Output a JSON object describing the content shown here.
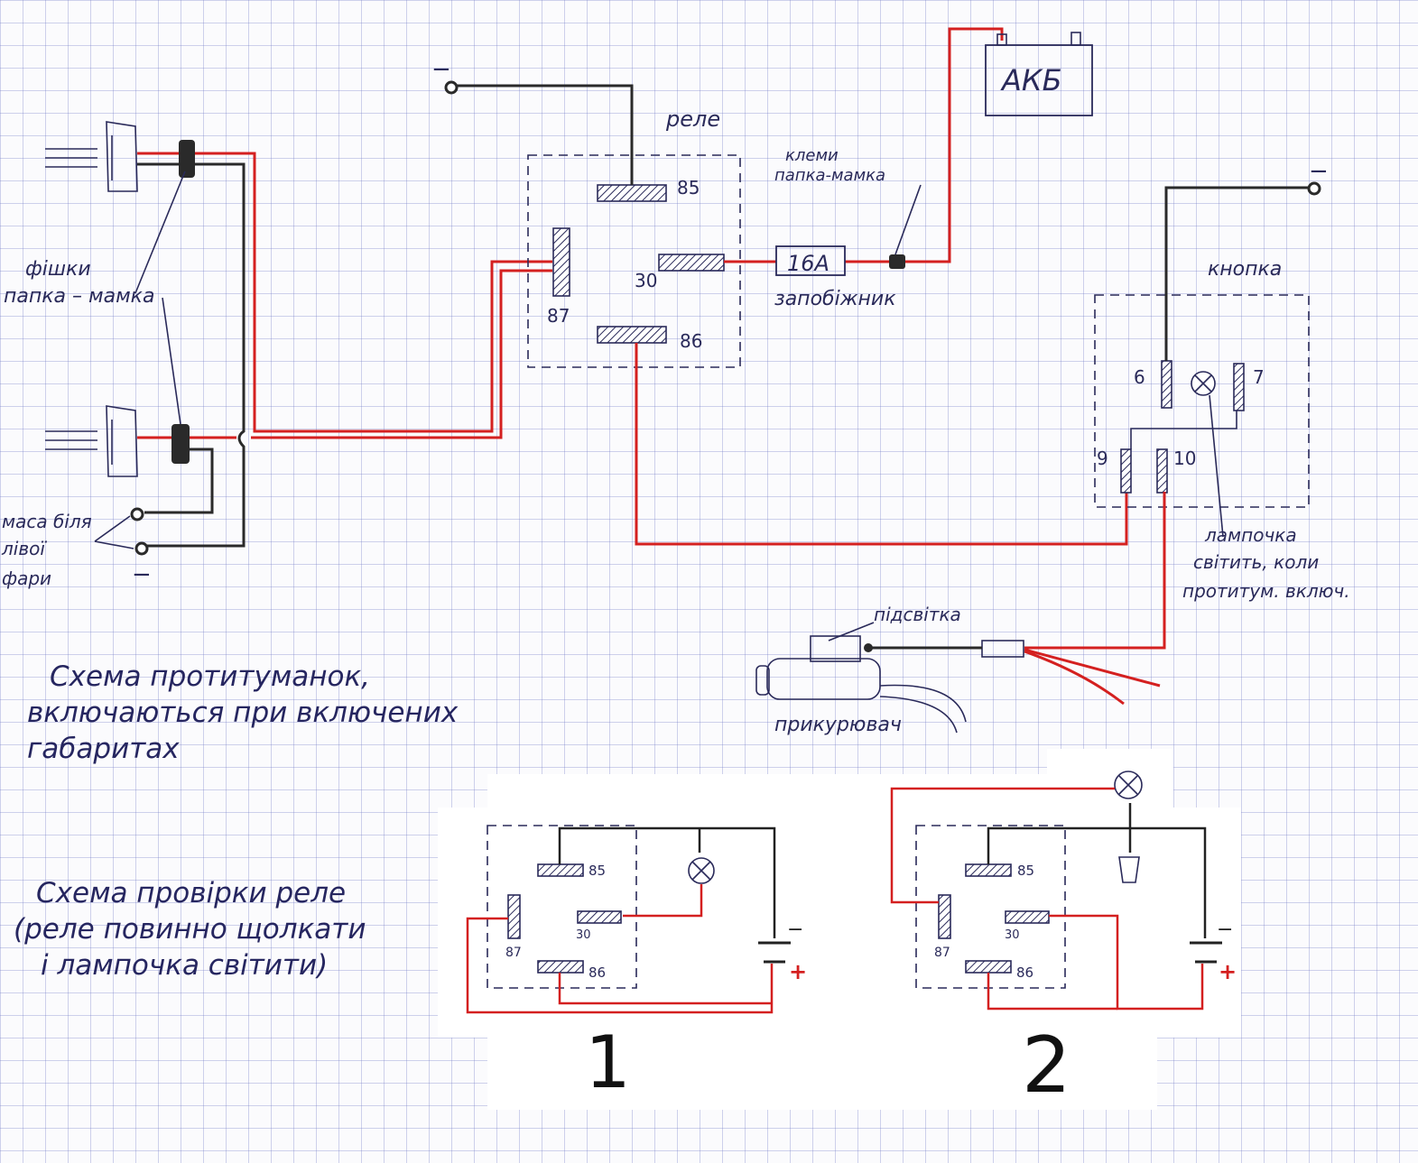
{
  "labels": {
    "rele": "реле",
    "akb": "АКБ",
    "klemy": "клеми",
    "klemy2": "папка-мамка",
    "fuse_value": "16А",
    "fuse_label": "запобіжник",
    "button": "кнопка",
    "fishky1": "фішки",
    "fishky2": "папка – мамка",
    "masa1": "маса біля",
    "masa2": "лівої",
    "masa3": "фари",
    "lamp_note1": "лампочка",
    "lamp_note2": "світить, коли",
    "lamp_note3": "протитум. включ.",
    "pidsvitka": "підсвітка",
    "prykuryuvach": "прикурювач",
    "minus": "−",
    "plus": "+"
  },
  "pins": {
    "p85": "85",
    "p30": "30",
    "p87": "87",
    "p86": "86",
    "p6": "6",
    "p7": "7",
    "p9": "9",
    "p10": "10"
  },
  "notes": {
    "fog_title_1": "Схема протитуманок,",
    "fog_title_2": "включаються при включених",
    "fog_title_3": "габаритах",
    "check_title_1": "Схема провірки реле",
    "check_title_2": "(реле повинно щолкати",
    "check_title_3": "і лампочка світити)"
  },
  "variants": {
    "v1": "1",
    "v2": "2"
  },
  "colors": {
    "wire_positive": "#d42020",
    "wire_ground": "#2a2a2a",
    "pen": "#2a2a5a"
  }
}
